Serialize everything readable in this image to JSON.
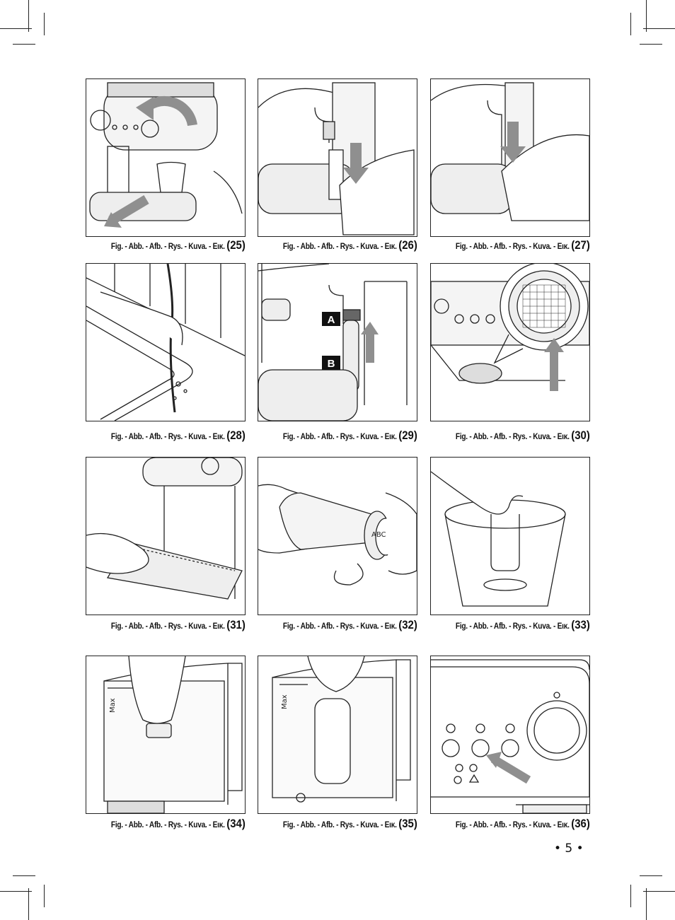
{
  "page_number": "• 5 •",
  "caption_prefix": "Fig. - Abb. - Afb. - Rys. - Kuva. - Εικ.",
  "figures": [
    {
      "num": "(25)"
    },
    {
      "num": "(26)"
    },
    {
      "num": "(27)"
    },
    {
      "num": "(28)"
    },
    {
      "num": "(29)"
    },
    {
      "num": "(30)"
    },
    {
      "num": "(31)"
    },
    {
      "num": "(32)"
    },
    {
      "num": "(33)"
    },
    {
      "num": "(34)"
    },
    {
      "num": "(35)"
    },
    {
      "num": "(36)"
    }
  ],
  "labels": {
    "a": "A",
    "b": "B",
    "abc": "ABC",
    "max": "Max"
  },
  "colors": {
    "line": "#222222",
    "arrow": "#8f8f8f",
    "frame": "#222222"
  }
}
